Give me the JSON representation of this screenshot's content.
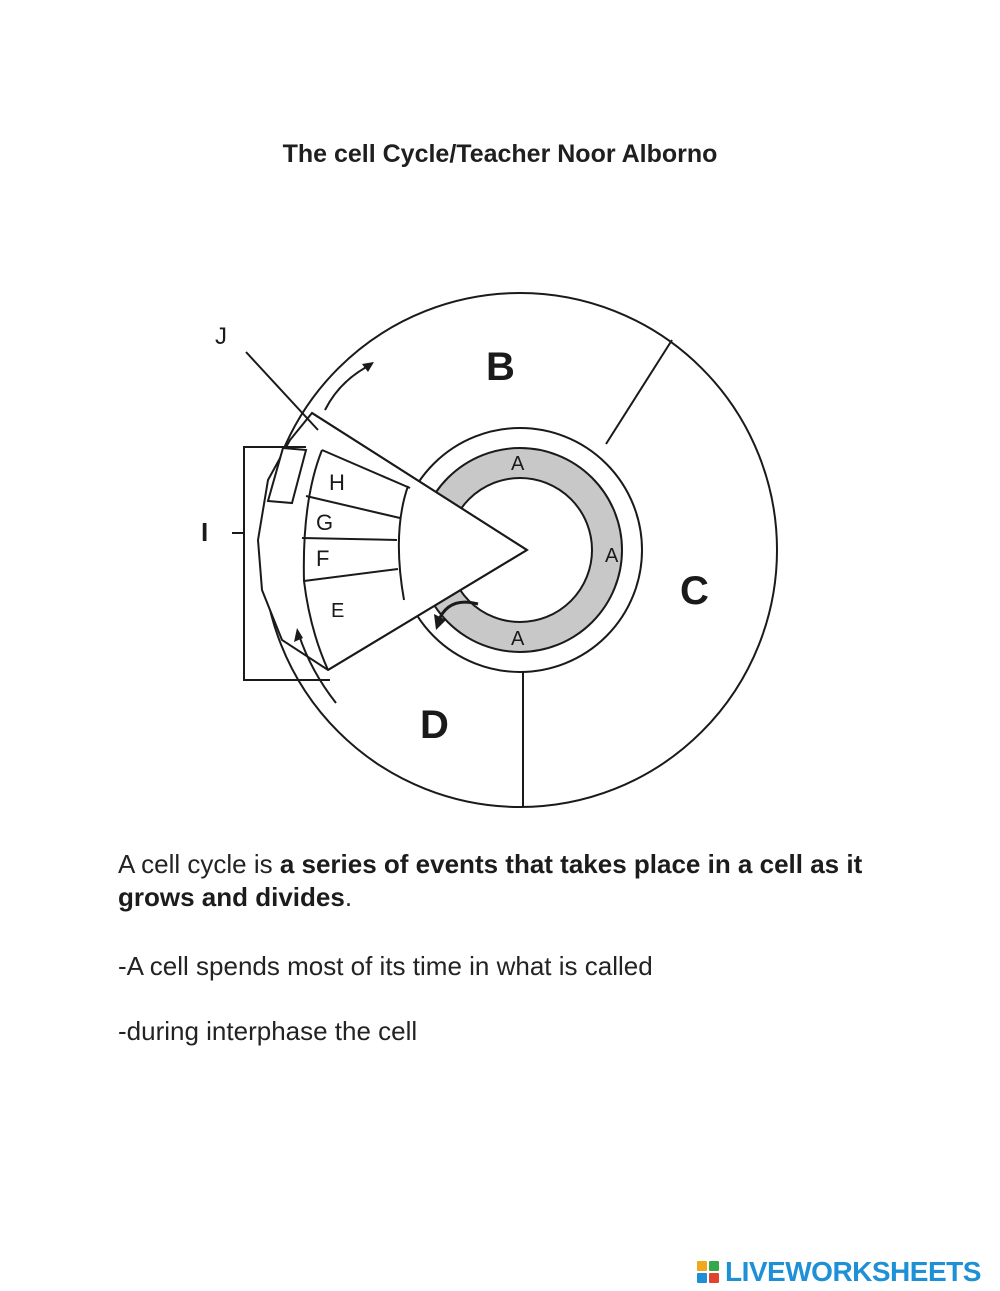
{
  "title": "The cell Cycle/Teacher Noor Alborno",
  "diagram": {
    "labels": {
      "A1": "A",
      "A2": "A",
      "A3": "A",
      "B": "B",
      "C": "C",
      "D": "D",
      "E": "E",
      "F": "F",
      "G": "G",
      "H": "H",
      "I": "I",
      "J": "J"
    }
  },
  "paragraphs": {
    "p1_prefix": "A cell cycle is ",
    "p1_bold": "a series of events that takes place in a cell as it grows and divides",
    "p1_suffix": ".",
    "p2": "-A cell spends most of its time in what is called",
    "p3": "-during interphase the cell"
  },
  "footer": {
    "logo_text": "LIVEWORKSHEETS",
    "logo_colors": [
      "#f2a81d",
      "#35a84a",
      "#1e90d6",
      "#e0432f"
    ]
  }
}
